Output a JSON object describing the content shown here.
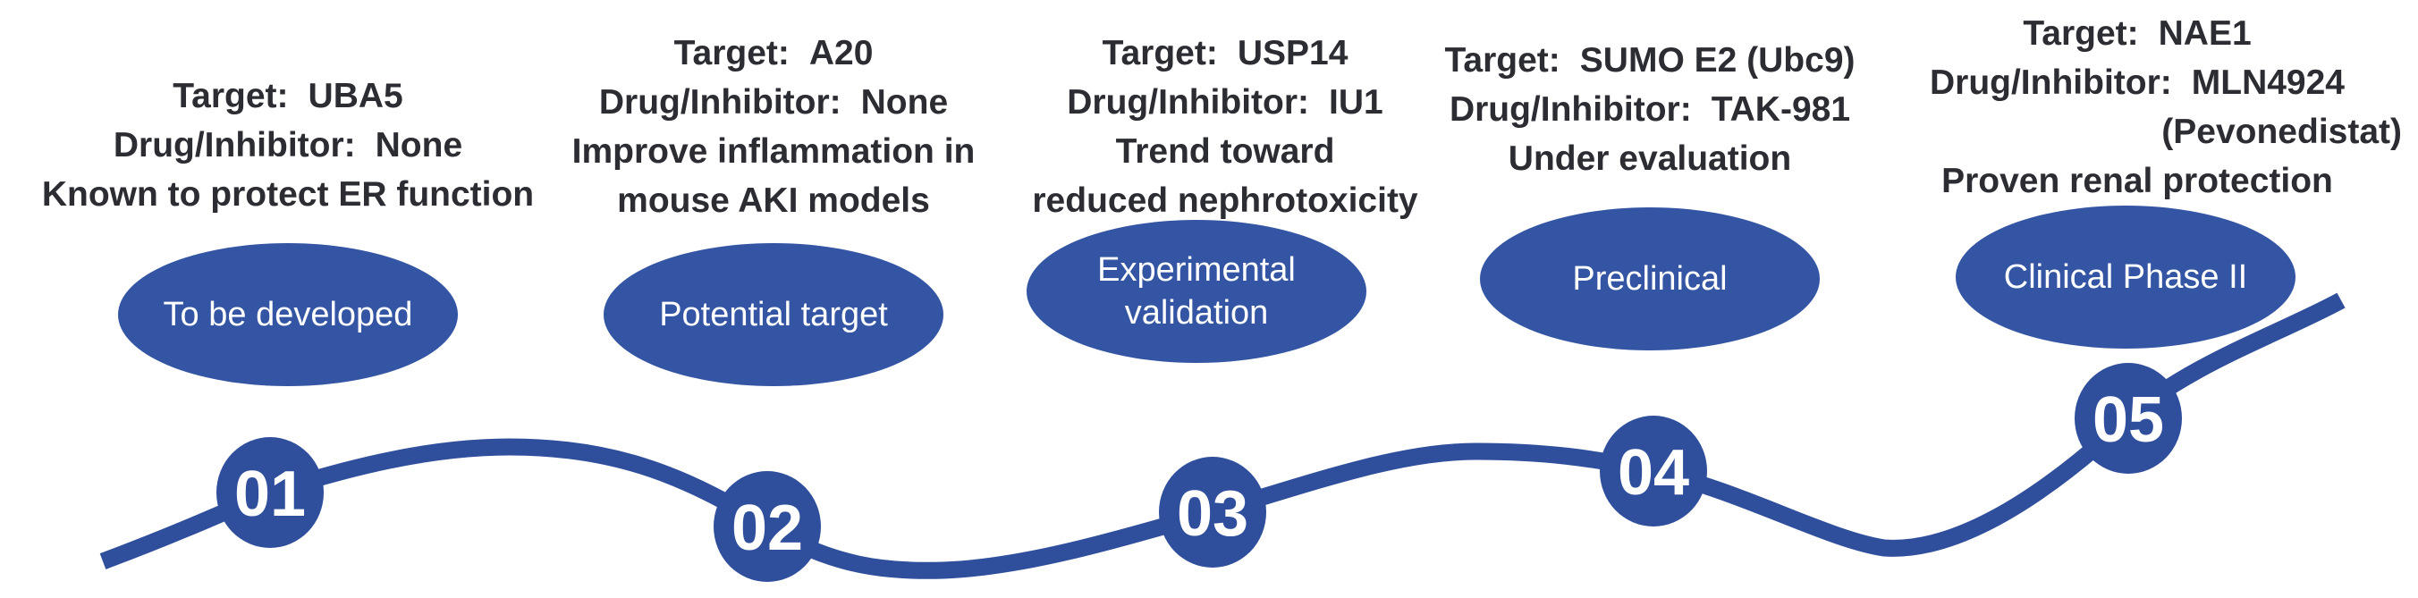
{
  "colors": {
    "shape_blue": "#2f4f9c",
    "badge_blue": "#3455a3",
    "text_dark": "#2b2d33",
    "badge_text": "#ffffff"
  },
  "stages": [
    {
      "number": "01",
      "target_label": "Target:",
      "target_value": "UBA5",
      "drug_label": "Drug/Inhibitor:",
      "drug_value": "None",
      "description": [
        "Known to protect ER function"
      ],
      "status": [
        "To be developed"
      ]
    },
    {
      "number": "02",
      "target_label": "Target:",
      "target_value": "A20",
      "drug_label": "Drug/Inhibitor:",
      "drug_value": "None",
      "description": [
        "Improve inflammation in",
        "mouse AKI models"
      ],
      "status": [
        "Potential target"
      ]
    },
    {
      "number": "03",
      "target_label": "Target:",
      "target_value": "USP14",
      "drug_label": "Drug/Inhibitor:",
      "drug_value": "IU1",
      "description": [
        "Trend toward",
        "reduced nephrotoxicity"
      ],
      "status": [
        "Experimental",
        "validation"
      ]
    },
    {
      "number": "04",
      "target_label": "Target:",
      "target_value": "SUMO E2 (Ubc9)",
      "drug_label": "Drug/Inhibitor:",
      "drug_value": "TAK-981",
      "description": [
        "Under evaluation"
      ],
      "status": [
        "Preclinical"
      ]
    },
    {
      "number": "05",
      "target_label": "Target:",
      "target_value": "NAE1",
      "drug_label": "Drug/Inhibitor:",
      "drug_value": "MLN4924",
      "drug_value_cont": "(Pevonedistat)",
      "description": [
        "Proven renal protection"
      ],
      "status": [
        "Clinical Phase II"
      ]
    }
  ]
}
